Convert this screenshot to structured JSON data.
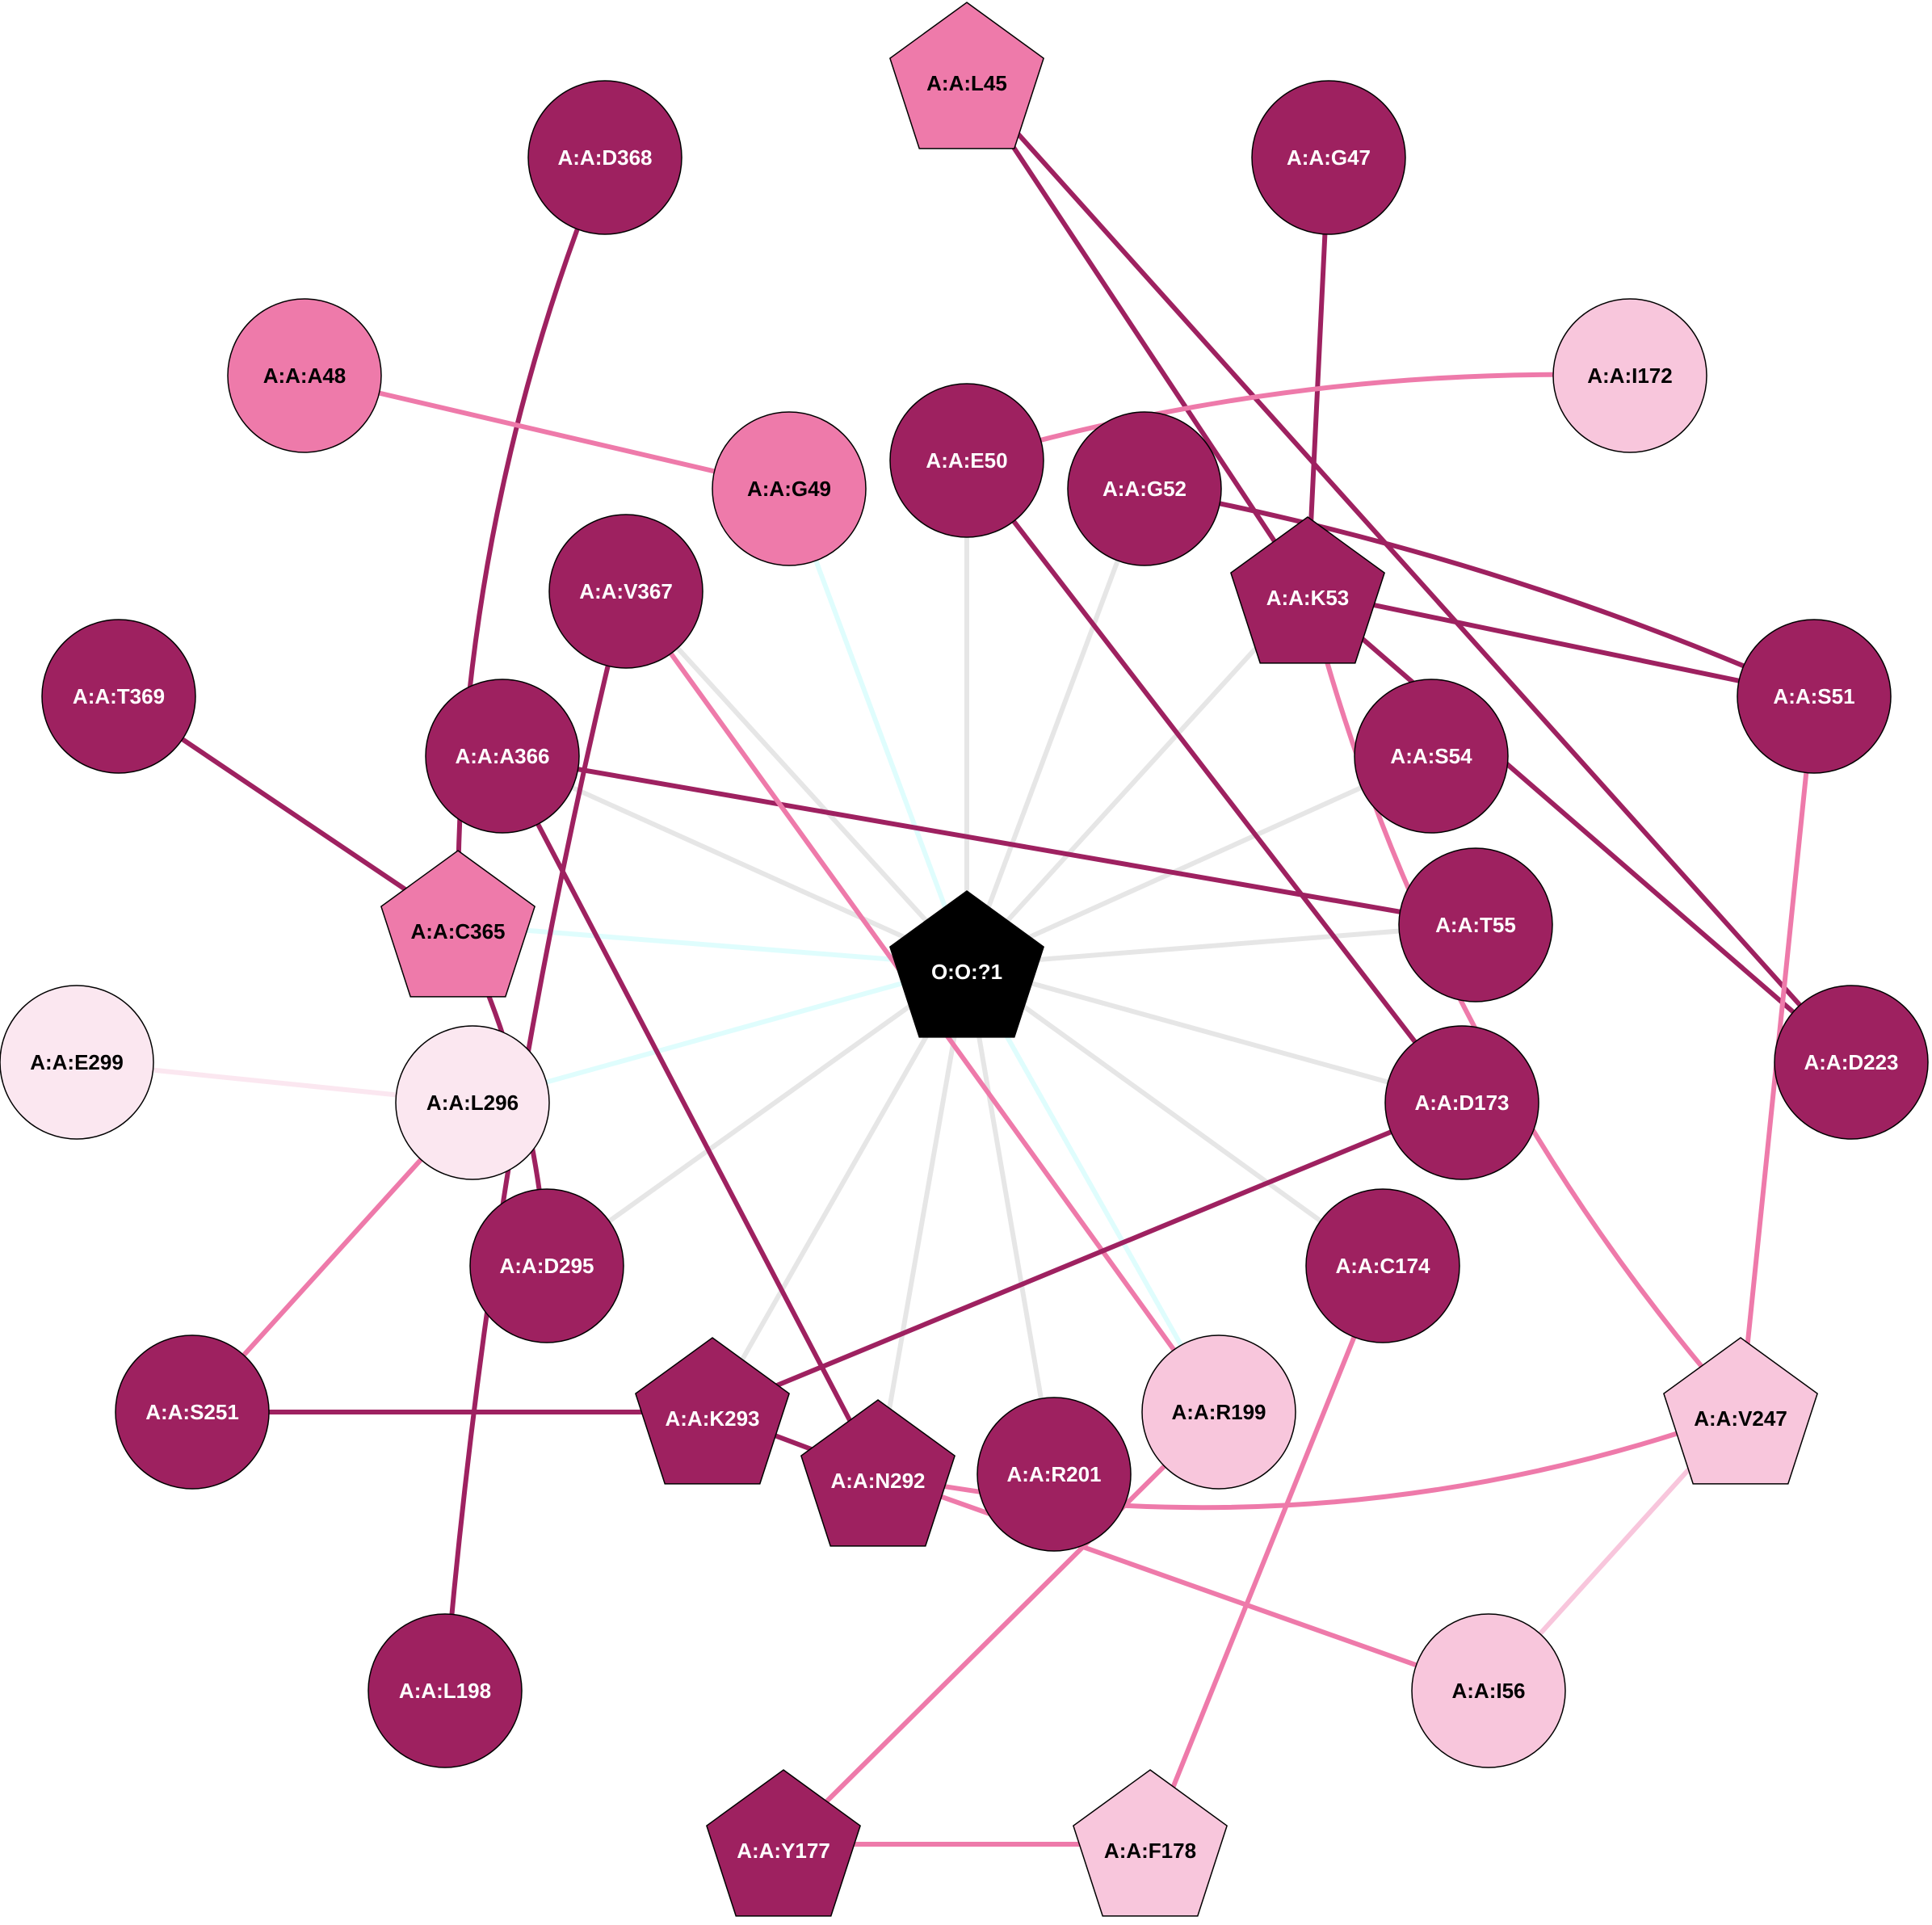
{
  "colors": {
    "dark": "#9e2160",
    "medium": "#ee7aaa",
    "light": "#f8c6dc",
    "pale": "#fbe7f0",
    "center": "#000000",
    "edge_gray": "#e6e6e6",
    "edge_cyan": "#dffdfd"
  },
  "nodes": [
    {
      "id": "O:O:?1",
      "label": "O:O:?1",
      "shape": "pentagon",
      "color": "center",
      "text": "white"
    },
    {
      "id": "A:A:L45",
      "label": "A:A:L45",
      "shape": "pentagon",
      "color": "medium",
      "text": "black"
    },
    {
      "id": "A:A:D368",
      "label": "A:A:D368",
      "shape": "circle",
      "color": "dark",
      "text": "white"
    },
    {
      "id": "A:A:G47",
      "label": "A:A:G47",
      "shape": "circle",
      "color": "dark",
      "text": "white"
    },
    {
      "id": "A:A:A48",
      "label": "A:A:A48",
      "shape": "circle",
      "color": "medium",
      "text": "black"
    },
    {
      "id": "A:A:I172",
      "label": "A:A:I172",
      "shape": "circle",
      "color": "light",
      "text": "black"
    },
    {
      "id": "A:A:E50",
      "label": "A:A:E50",
      "shape": "circle",
      "color": "dark",
      "text": "white"
    },
    {
      "id": "A:A:G49",
      "label": "A:A:G49",
      "shape": "circle",
      "color": "medium",
      "text": "black"
    },
    {
      "id": "A:A:G52",
      "label": "A:A:G52",
      "shape": "circle",
      "color": "dark",
      "text": "white"
    },
    {
      "id": "A:A:V367",
      "label": "A:A:V367",
      "shape": "circle",
      "color": "dark",
      "text": "white"
    },
    {
      "id": "A:A:K53",
      "label": "A:A:K53",
      "shape": "pentagon",
      "color": "dark",
      "text": "white"
    },
    {
      "id": "A:A:T369",
      "label": "A:A:T369",
      "shape": "circle",
      "color": "dark",
      "text": "white"
    },
    {
      "id": "A:A:S51",
      "label": "A:A:S51",
      "shape": "circle",
      "color": "dark",
      "text": "white"
    },
    {
      "id": "A:A:A366",
      "label": "A:A:A366",
      "shape": "circle",
      "color": "dark",
      "text": "white"
    },
    {
      "id": "A:A:S54",
      "label": "A:A:S54",
      "shape": "circle",
      "color": "dark",
      "text": "white"
    },
    {
      "id": "A:A:C365",
      "label": "A:A:C365",
      "shape": "pentagon",
      "color": "medium",
      "text": "black"
    },
    {
      "id": "A:A:T55",
      "label": "A:A:T55",
      "shape": "circle",
      "color": "dark",
      "text": "white"
    },
    {
      "id": "A:A:E299",
      "label": "A:A:E299",
      "shape": "circle",
      "color": "pale",
      "text": "black"
    },
    {
      "id": "A:A:L296",
      "label": "A:A:L296",
      "shape": "circle",
      "color": "pale",
      "text": "black"
    },
    {
      "id": "A:A:D223",
      "label": "A:A:D223",
      "shape": "circle",
      "color": "dark",
      "text": "white"
    },
    {
      "id": "A:A:D173",
      "label": "A:A:D173",
      "shape": "circle",
      "color": "dark",
      "text": "white"
    },
    {
      "id": "A:A:D295",
      "label": "A:A:D295",
      "shape": "circle",
      "color": "dark",
      "text": "white"
    },
    {
      "id": "A:A:C174",
      "label": "A:A:C174",
      "shape": "circle",
      "color": "dark",
      "text": "white"
    },
    {
      "id": "A:A:S251",
      "label": "A:A:S251",
      "shape": "circle",
      "color": "dark",
      "text": "white"
    },
    {
      "id": "A:A:K293",
      "label": "A:A:K293",
      "shape": "pentagon",
      "color": "dark",
      "text": "white"
    },
    {
      "id": "A:A:R199",
      "label": "A:A:R199",
      "shape": "circle",
      "color": "light",
      "text": "black"
    },
    {
      "id": "A:A:V247",
      "label": "A:A:V247",
      "shape": "pentagon",
      "color": "light",
      "text": "black"
    },
    {
      "id": "A:A:N292",
      "label": "A:A:N292",
      "shape": "pentagon",
      "color": "dark",
      "text": "white"
    },
    {
      "id": "A:A:R201",
      "label": "A:A:R201",
      "shape": "circle",
      "color": "dark",
      "text": "white"
    },
    {
      "id": "A:A:L198",
      "label": "A:A:L198",
      "shape": "circle",
      "color": "dark",
      "text": "white"
    },
    {
      "id": "A:A:I56",
      "label": "A:A:I56",
      "shape": "circle",
      "color": "light",
      "text": "black"
    },
    {
      "id": "A:A:Y177",
      "label": "A:A:Y177",
      "shape": "pentagon",
      "color": "dark",
      "text": "white"
    },
    {
      "id": "A:A:F178",
      "label": "A:A:F178",
      "shape": "pentagon",
      "color": "light",
      "text": "black"
    }
  ],
  "edges": [
    {
      "from": "O:O:?1",
      "to": "A:A:E50",
      "color": "edge_gray"
    },
    {
      "from": "O:O:?1",
      "to": "A:A:G52",
      "color": "edge_gray"
    },
    {
      "from": "O:O:?1",
      "to": "A:A:K53",
      "color": "edge_gray"
    },
    {
      "from": "O:O:?1",
      "to": "A:A:S54",
      "color": "edge_gray"
    },
    {
      "from": "O:O:?1",
      "to": "A:A:T55",
      "color": "edge_gray"
    },
    {
      "from": "O:O:?1",
      "to": "A:A:D173",
      "color": "edge_gray"
    },
    {
      "from": "O:O:?1",
      "to": "A:A:C174",
      "color": "edge_gray"
    },
    {
      "from": "O:O:?1",
      "to": "A:A:R201",
      "color": "edge_gray"
    },
    {
      "from": "O:O:?1",
      "to": "A:A:N292",
      "color": "edge_gray"
    },
    {
      "from": "O:O:?1",
      "to": "A:A:K293",
      "color": "edge_gray"
    },
    {
      "from": "O:O:?1",
      "to": "A:A:D295",
      "color": "edge_gray"
    },
    {
      "from": "O:O:?1",
      "to": "A:A:A366",
      "color": "edge_gray"
    },
    {
      "from": "O:O:?1",
      "to": "A:A:V367",
      "color": "edge_gray"
    },
    {
      "from": "O:O:?1",
      "to": "A:A:G49",
      "color": "edge_cyan"
    },
    {
      "from": "O:O:?1",
      "to": "A:A:C365",
      "color": "edge_cyan"
    },
    {
      "from": "O:O:?1",
      "to": "A:A:L296",
      "color": "edge_cyan"
    },
    {
      "from": "O:O:?1",
      "to": "A:A:R199",
      "color": "edge_cyan"
    },
    {
      "from": "A:A:L45",
      "to": "A:A:K53",
      "color": "dark"
    },
    {
      "from": "A:A:L45",
      "to": "A:A:D223",
      "color": "dark"
    },
    {
      "from": "A:A:G47",
      "to": "A:A:K53",
      "color": "dark"
    },
    {
      "from": "A:A:D368",
      "to": "A:A:C365",
      "color": "dark",
      "bend": 0.1
    },
    {
      "from": "A:A:A48",
      "to": "A:A:G49",
      "color": "medium"
    },
    {
      "from": "A:A:I172",
      "to": "A:A:E50",
      "color": "medium",
      "bend": 0.08
    },
    {
      "from": "A:A:E50",
      "to": "A:A:D173",
      "color": "dark"
    },
    {
      "from": "A:A:G52",
      "to": "A:A:S51",
      "color": "dark",
      "bend": -0.06
    },
    {
      "from": "A:A:K53",
      "to": "A:A:S51",
      "color": "dark"
    },
    {
      "from": "A:A:K53",
      "to": "A:A:D223",
      "color": "dark"
    },
    {
      "from": "A:A:K53",
      "to": "A:A:V247",
      "color": "medium",
      "bend": 0.12
    },
    {
      "from": "A:A:S51",
      "to": "A:A:V247",
      "color": "medium"
    },
    {
      "from": "A:A:T369",
      "to": "A:A:C365",
      "color": "dark"
    },
    {
      "from": "A:A:A366",
      "to": "A:A:T55",
      "color": "dark"
    },
    {
      "from": "A:A:A366",
      "to": "A:A:N292",
      "color": "dark"
    },
    {
      "from": "A:A:V367",
      "to": "A:A:L198",
      "color": "dark",
      "bend": 0.04
    },
    {
      "from": "A:A:V367",
      "to": "A:A:R199",
      "color": "medium"
    },
    {
      "from": "A:A:C365",
      "to": "A:A:D295",
      "color": "dark",
      "bend": -0.1
    },
    {
      "from": "A:A:E299",
      "to": "A:A:L296",
      "color": "pale"
    },
    {
      "from": "A:A:L296",
      "to": "A:A:S251",
      "color": "medium"
    },
    {
      "from": "A:A:D173",
      "to": "A:A:K293",
      "color": "dark"
    },
    {
      "from": "A:A:S251",
      "to": "A:A:K293",
      "color": "dark"
    },
    {
      "from": "A:A:K293",
      "to": "A:A:N292",
      "color": "dark"
    },
    {
      "from": "A:A:N292",
      "to": "A:A:V247",
      "color": "medium",
      "bend": 0.14
    },
    {
      "from": "A:A:N292",
      "to": "A:A:I56",
      "color": "medium"
    },
    {
      "from": "A:A:V247",
      "to": "A:A:I56",
      "color": "light"
    },
    {
      "from": "A:A:C174",
      "to": "A:A:F178",
      "color": "medium"
    },
    {
      "from": "A:A:R199",
      "to": "A:A:Y177",
      "color": "medium"
    },
    {
      "from": "A:A:Y177",
      "to": "A:A:F178",
      "color": "medium"
    }
  ]
}
